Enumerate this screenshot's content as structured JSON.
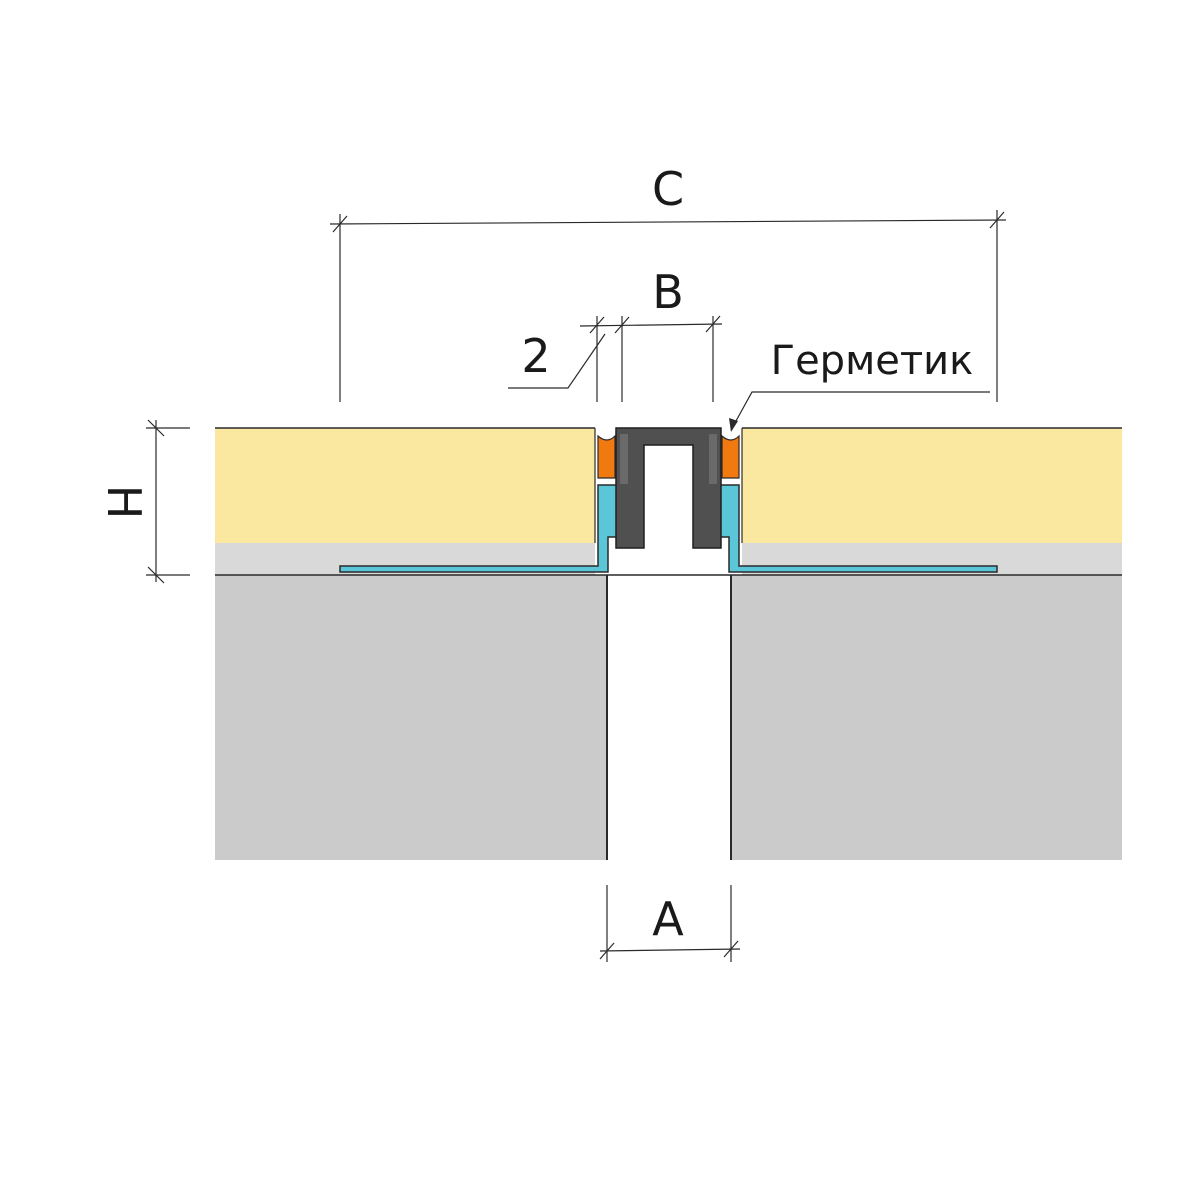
{
  "labels": {
    "dim_c": "C",
    "dim_b": "B",
    "dim_a": "A",
    "dim_gap": "2",
    "dim_h": "Н",
    "sealant": "Герметик"
  },
  "colors": {
    "screed": "#fae7a0",
    "sublayer": "#d9d9d9",
    "concrete": "#cbcbcb",
    "anchor_profile": "#5bc6d8",
    "insert": "#505050",
    "sealant": "#f07a0f",
    "lines": "#2a2a2a"
  }
}
